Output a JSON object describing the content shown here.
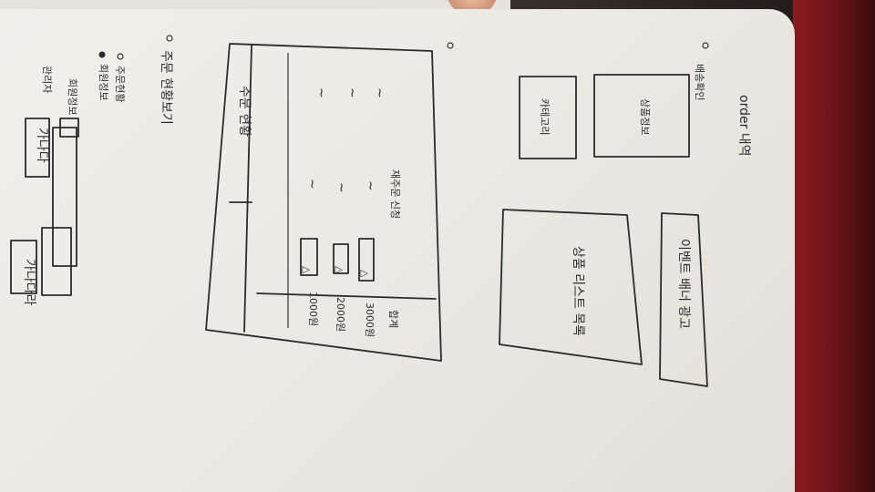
{
  "left_panel": {
    "button_a_label": "가나다라",
    "button_b_label": "가나다",
    "label_top": "관리자",
    "label_mid": "회원정보",
    "option_1": "회원정보",
    "option_2": "주문현황",
    "side_note": "주문 현황보기"
  },
  "center_table": {
    "header": "주문 현황",
    "row_labels": [
      "1000원",
      "2000원",
      "3000원"
    ],
    "row_values": [
      "~",
      "~",
      "~"
    ],
    "summary_left": "합계",
    "summary_right": "재주문 신청"
  },
  "right_panel": {
    "title": "order 내역",
    "subtitle": "배송확인",
    "box_top_label": "카테고리",
    "box_top_small": "상품정보",
    "box_big_label": "상품 리스트 목록",
    "box_bottom_label": "이벤트 배너 광고"
  }
}
